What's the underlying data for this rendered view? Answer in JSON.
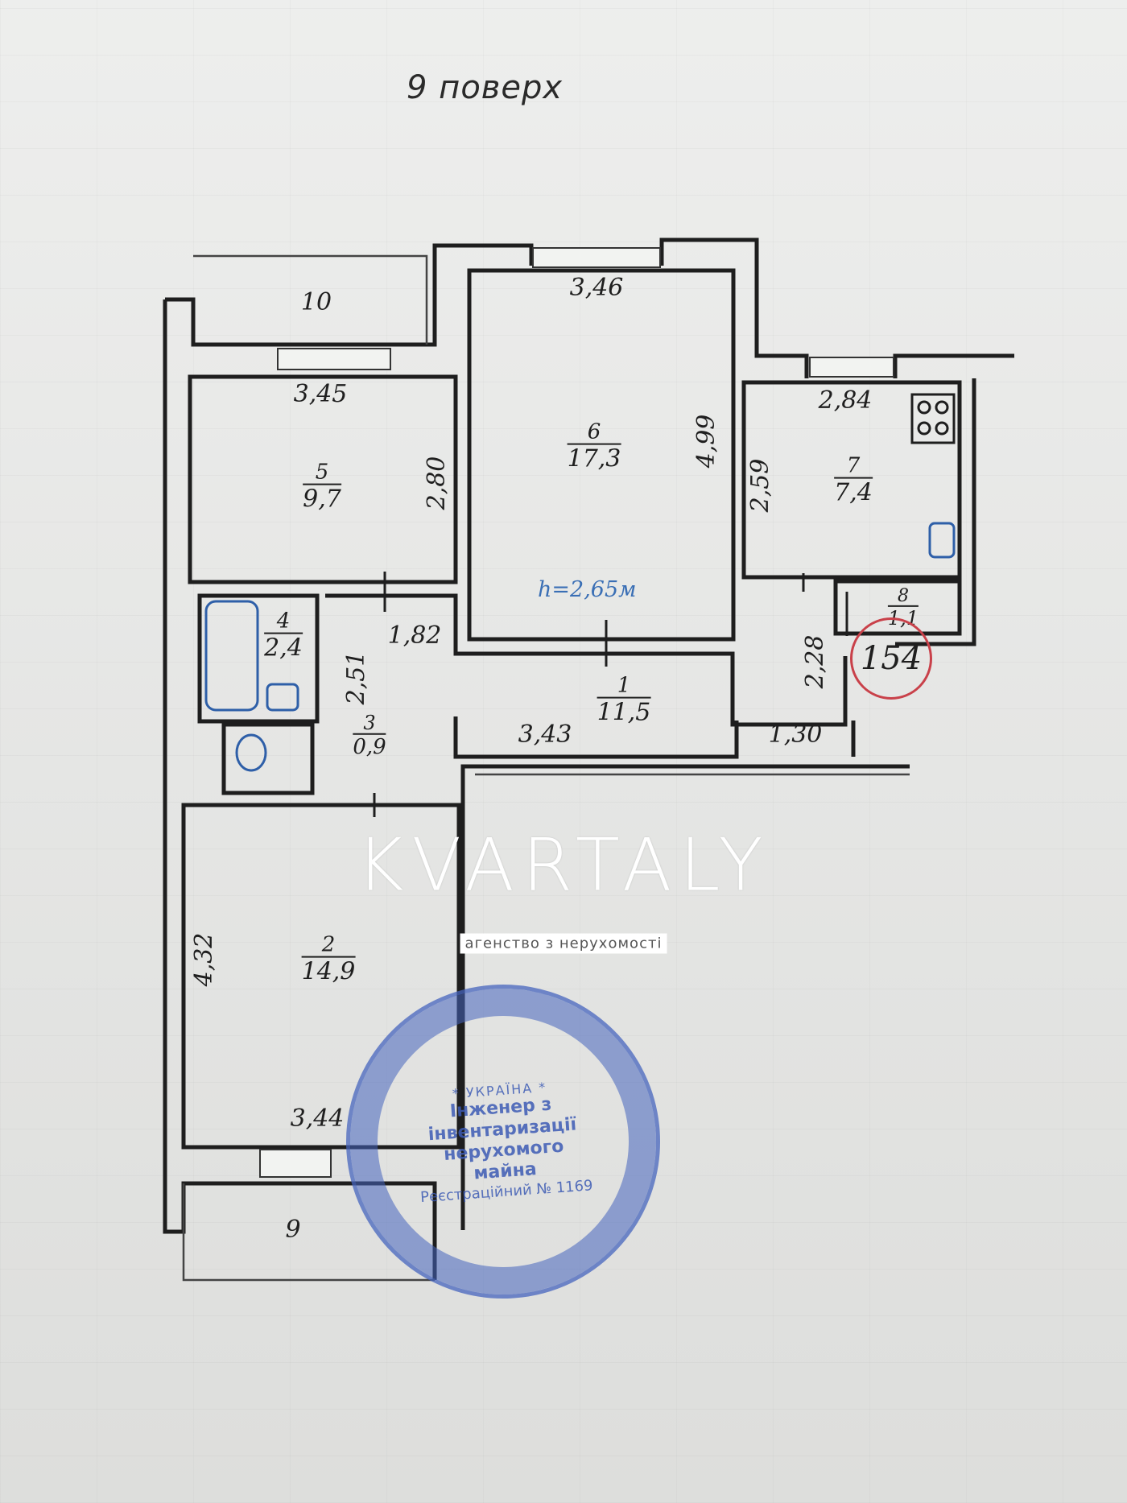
{
  "floor_title": "9  поверх",
  "ceiling_height": "h=2,65м",
  "apartment_number": "154",
  "rooms": [
    {
      "num": "1",
      "area": "11,5"
    },
    {
      "num": "2",
      "area": "14,9"
    },
    {
      "num": "3",
      "area": "0,9"
    },
    {
      "num": "4",
      "area": "2,4"
    },
    {
      "num": "5",
      "area": "9,7"
    },
    {
      "num": "6",
      "area": "17,3"
    },
    {
      "num": "7",
      "area": "7,4"
    },
    {
      "num": "8",
      "area": "1,1"
    }
  ],
  "balconies": [
    "10",
    "9"
  ],
  "dimensions": {
    "d_345": "3,45",
    "d_280": "2,80",
    "d_346": "3,46",
    "d_499": "4,99",
    "d_284": "2,84",
    "d_259": "2,59",
    "d_182": "1,82",
    "d_251": "2,51",
    "d_228": "2,28",
    "d_343": "3,43",
    "d_130": "1,30",
    "d_432": "4,32",
    "d_344": "3,44"
  },
  "watermark": {
    "name": "KVARTALY",
    "subtitle": "агенство з нерухомості"
  },
  "stamp": {
    "country": "* УКРАЇНА *",
    "role": "Інженер з інвентаризації нерухомого майна",
    "registration": "Реєстраційний № 1169"
  },
  "colors": {
    "walls": "#1e1e1e",
    "fixtures": "#2e5fa8",
    "stamp": "#4664be",
    "badge_circle": "#c9414a"
  }
}
